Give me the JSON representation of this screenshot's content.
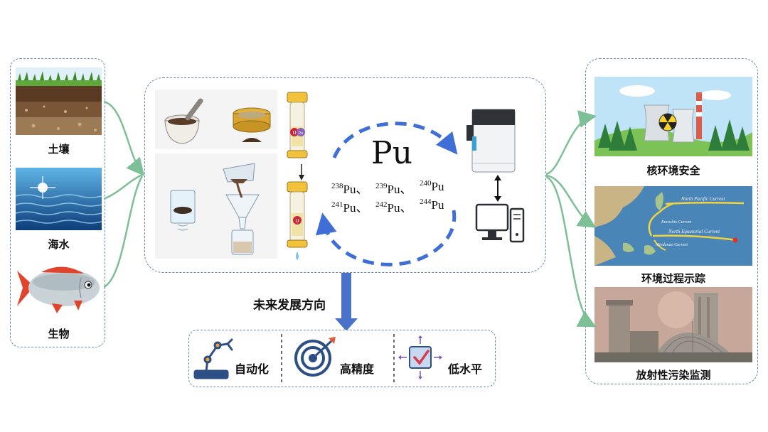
{
  "samples": [
    {
      "label": "土壤",
      "icon": "soil-icon"
    },
    {
      "label": "海水",
      "icon": "seawater-icon"
    },
    {
      "label": "生物",
      "icon": "fish-icon"
    }
  ],
  "center": {
    "element": "Pu",
    "isotopes": [
      "238Pu、",
      "239Pu、",
      "240Pu",
      "241Pu、",
      "242Pu、",
      "244Pu"
    ],
    "isotope_mass": [
      "238",
      "239",
      "240",
      "241",
      "242",
      "244"
    ],
    "isotope_suffix": [
      "Pu、",
      "Pu、",
      "Pu",
      "Pu、",
      "Pu、",
      "Pu"
    ],
    "column_badges": [
      "U",
      "Pu",
      "U"
    ]
  },
  "applications": [
    {
      "label": "核环境安全",
      "icon": "nuclear-plant-icon"
    },
    {
      "label": "环境过程示踪",
      "icon": "ocean-current-map-icon"
    },
    {
      "label": "放射性污染监测",
      "icon": "reactor-dome-icon"
    }
  ],
  "future": {
    "title": "未来发展方向",
    "items": [
      {
        "label": "自动化",
        "icon": "robot-arm-icon"
      },
      {
        "label": "高精度",
        "icon": "target-icon"
      },
      {
        "label": "低水平",
        "icon": "low-level-icon"
      }
    ]
  },
  "map_labels": [
    "North Pacific Current",
    "Kuroshio Current",
    "North Equatorial Current",
    "Mindanao Current"
  ],
  "colors": {
    "border": "#6b86ad",
    "connector": "#7dbf96",
    "cycle_arrow": "#3f6fd6",
    "down_arrow": "#4a72c8"
  }
}
